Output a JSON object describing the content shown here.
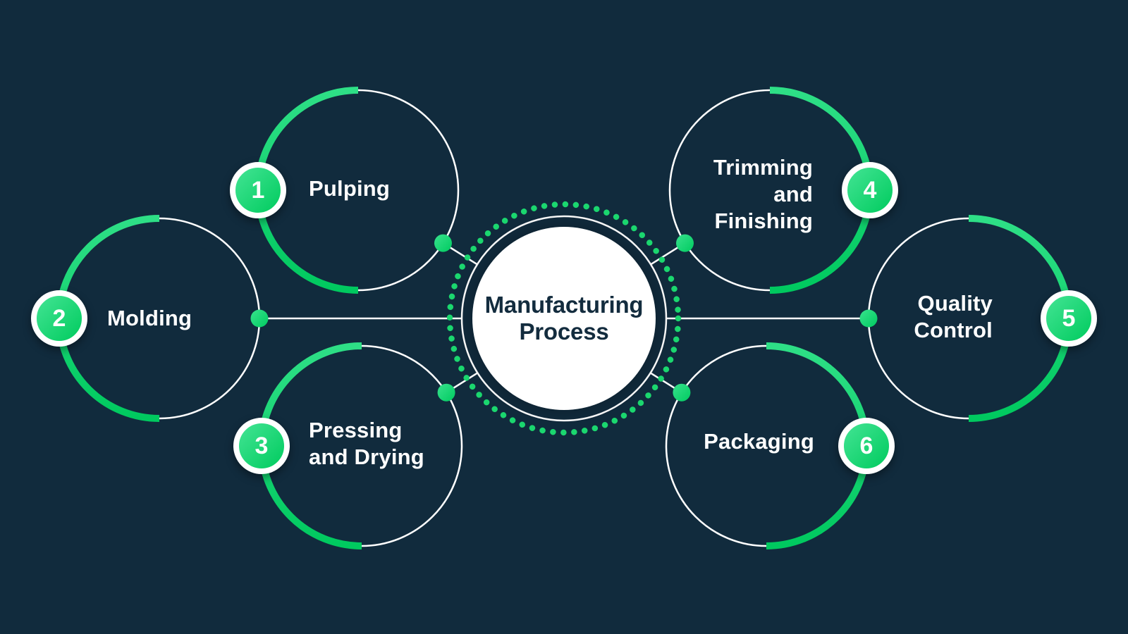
{
  "title": "Manufacturing\nProcess",
  "steps": [
    {
      "number": "1",
      "label": "Pulping"
    },
    {
      "number": "2",
      "label": "Molding"
    },
    {
      "number": "3",
      "label": "Pressing\nand Drying"
    },
    {
      "number": "4",
      "label": "Trimming\nand\nFinishing"
    },
    {
      "number": "5",
      "label": "Quality\nControl"
    },
    {
      "number": "6",
      "label": "Packaging"
    }
  ],
  "colors": {
    "background": "#112B3D",
    "accent_green": "#12D26C",
    "accent_green_light": "#3AE28F",
    "accent_green_dark": "#00CB5E",
    "title_text": "#132C3E",
    "label_text": "#FFFFFF",
    "circle_outline": "#FFFFFF"
  }
}
